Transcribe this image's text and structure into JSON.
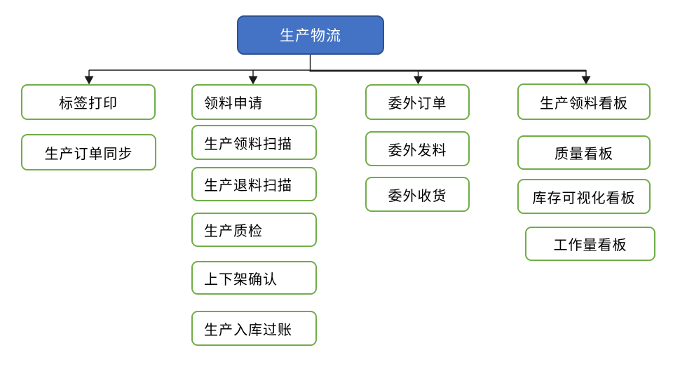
{
  "diagram": {
    "root": {
      "label": "生产物流"
    },
    "columns": [
      {
        "items": [
          {
            "label": "标签打印"
          },
          {
            "label": "生产订单同步"
          }
        ]
      },
      {
        "items": [
          {
            "label": "领料申请"
          },
          {
            "label": "生产领料扫描"
          },
          {
            "label": "生产退料扫描"
          },
          {
            "label": "生产质检"
          },
          {
            "label": "上下架确认"
          },
          {
            "label": "生产入库过账"
          }
        ]
      },
      {
        "items": [
          {
            "label": "委外订单"
          },
          {
            "label": "委外发料"
          },
          {
            "label": "委外收货"
          }
        ]
      },
      {
        "items": [
          {
            "label": "生产领料看板"
          },
          {
            "label": "质量看板"
          },
          {
            "label": "库存可视化看板"
          },
          {
            "label": "工作量看板"
          }
        ]
      }
    ],
    "colors": {
      "root_fill": "#4472C4",
      "root_border": "#2F528F",
      "root_text": "#FFFFFF",
      "node_border": "#70AD47",
      "node_fill": "#FFFFFF",
      "node_text": "#000000",
      "line": "#1A1A1A"
    }
  }
}
